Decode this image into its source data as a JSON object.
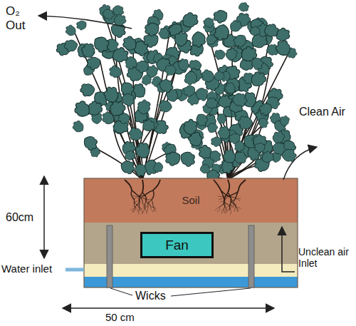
{
  "diagram": {
    "nodes": [
      {
        "text": [
          "Soil"
        ]
      },
      {
        "text": [
          "Fan"
        ]
      }
    ],
    "labels": [
      "O₂ Out",
      "Clean Air",
      "60cm",
      "Water inlet",
      "Unclean air Inlet",
      "Wicks",
      "50 cm"
    ]
  }
}
